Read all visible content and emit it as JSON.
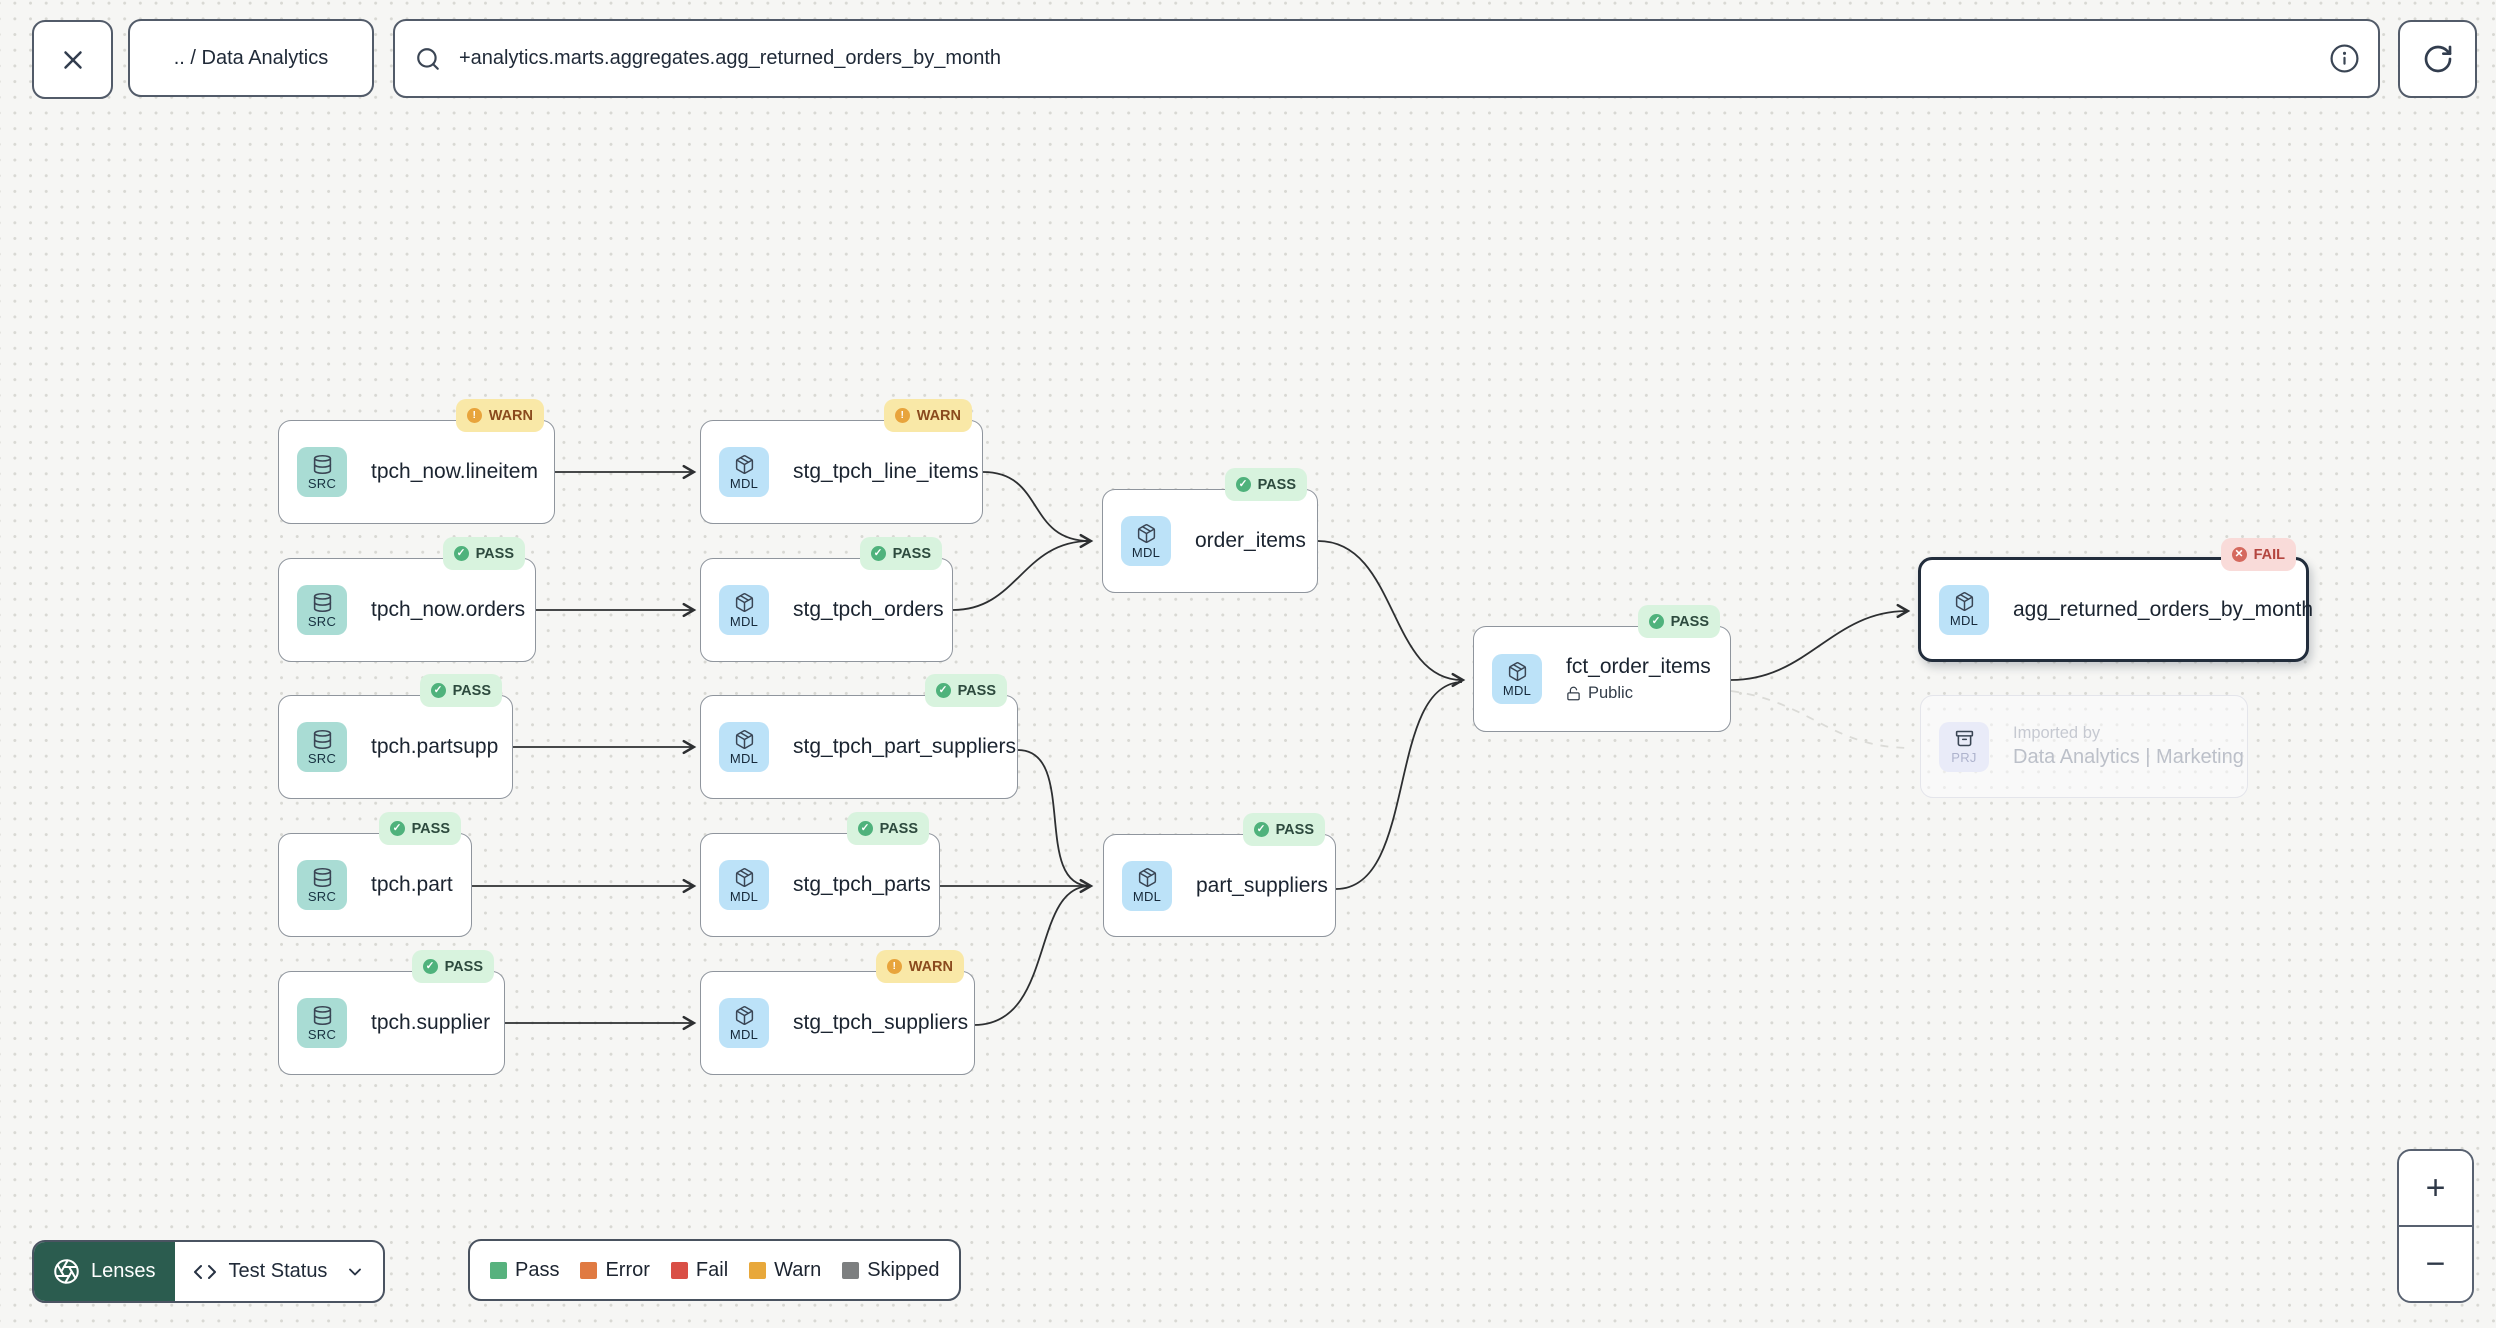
{
  "toolbar": {
    "breadcrumb": ".. / Data Analytics",
    "search_value": "+analytics.marts.aggregates.agg_returned_orders_by_month"
  },
  "graph": {
    "nodes": [
      {
        "id": "lineitem",
        "chip": "SRC",
        "label": "tpch_now.lineitem",
        "status": "WARN"
      },
      {
        "id": "orders",
        "chip": "SRC",
        "label": "tpch_now.orders",
        "status": "PASS"
      },
      {
        "id": "partsupp",
        "chip": "SRC",
        "label": "tpch.partsupp",
        "status": "PASS"
      },
      {
        "id": "part",
        "chip": "SRC",
        "label": "tpch.part",
        "status": "PASS"
      },
      {
        "id": "supplier",
        "chip": "SRC",
        "label": "tpch.supplier",
        "status": "PASS"
      },
      {
        "id": "stg_line_items",
        "chip": "MDL",
        "label": "stg_tpch_line_items",
        "status": "WARN"
      },
      {
        "id": "stg_orders",
        "chip": "MDL",
        "label": "stg_tpch_orders",
        "status": "PASS"
      },
      {
        "id": "stg_part_suppliers",
        "chip": "MDL",
        "label": "stg_tpch_part_suppliers",
        "status": "PASS"
      },
      {
        "id": "stg_parts",
        "chip": "MDL",
        "label": "stg_tpch_parts",
        "status": "PASS"
      },
      {
        "id": "stg_suppliers",
        "chip": "MDL",
        "label": "stg_tpch_suppliers",
        "status": "WARN"
      },
      {
        "id": "order_items",
        "chip": "MDL",
        "label": "order_items",
        "status": "PASS"
      },
      {
        "id": "part_suppliers",
        "chip": "MDL",
        "label": "part_suppliers",
        "status": "PASS"
      },
      {
        "id": "fct_order_items",
        "chip": "MDL",
        "label": "fct_order_items",
        "status": "PASS",
        "access": "Public"
      },
      {
        "id": "agg",
        "chip": "MDL",
        "label": "agg_returned_orders_by_month",
        "status": "FAIL",
        "selected": true
      },
      {
        "id": "imported",
        "chip": "PRJ",
        "label": "Data Analytics | Marketing",
        "ghost": true,
        "ghost_title": "Imported by"
      }
    ]
  },
  "lenses": {
    "button_label": "Lenses",
    "active_lens": "Test Status"
  },
  "legend": {
    "items": [
      {
        "label": "Pass",
        "color": "#57b27e"
      },
      {
        "label": "Error",
        "color": "#e07a42"
      },
      {
        "label": "Fail",
        "color": "#d94f46"
      },
      {
        "label": "Warn",
        "color": "#e8a83b"
      },
      {
        "label": "Skipped",
        "color": "#7d7f80"
      }
    ]
  },
  "zoom": {
    "in_label": "+",
    "out_label": "−"
  }
}
